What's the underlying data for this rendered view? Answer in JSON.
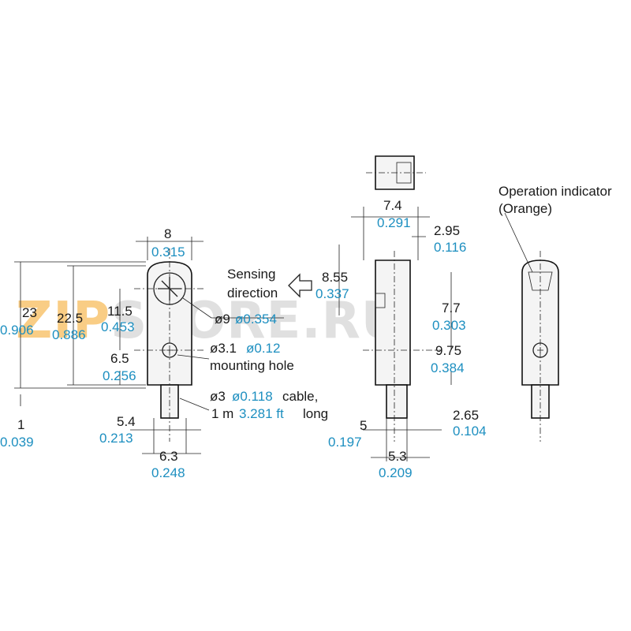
{
  "watermark": {
    "text": "ZIPSTORE.RU",
    "colors": {
      "zip": "#f5a623",
      "store": "#c8c8c8"
    }
  },
  "dimensions": {
    "width": {
      "mm": "8",
      "in": "0.315"
    },
    "height_total": {
      "mm": "23",
      "in": "0.906"
    },
    "height_body": {
      "mm": "22.5",
      "in": "0.886"
    },
    "sensing_center": {
      "mm": "11.5",
      "in": "0.453"
    },
    "hole_pos": {
      "mm": "6.5",
      "in": "0.256"
    },
    "bottom_offset": {
      "mm": "1",
      "in": "0.039"
    },
    "cable_width": {
      "mm": "5.4",
      "in": "0.213"
    },
    "hole_spacing": {
      "mm": "6.3",
      "in": "0.248"
    },
    "side_top": {
      "mm": "7.4",
      "in": "0.291"
    },
    "side_step": {
      "mm": "2.95",
      "in": "0.116"
    },
    "sensing_depth": {
      "mm": "8.55",
      "in": "0.337"
    },
    "indicator_pos": {
      "mm": "7.7",
      "in": "0.303"
    },
    "side_hole": {
      "mm": "9.75",
      "in": "0.384"
    },
    "side_cable": {
      "mm": "5",
      "in": "0.197"
    },
    "side_cable_off": {
      "mm": "2.65",
      "in": "0.104"
    },
    "side_bottom": {
      "mm": "5.3",
      "in": "0.209"
    }
  },
  "labels": {
    "sensing_1": "Sensing",
    "sensing_2": "direction",
    "sensing_dia_mm": "ø9",
    "sensing_dia_in": "ø0.354",
    "hole_dia_mm": "ø3.1",
    "hole_dia_in": "ø0.12",
    "hole_text": "mounting hole",
    "cable_mm": "ø3",
    "cable_in": "ø0.118",
    "cable_suffix": "cable,",
    "length_prefix": "1 m",
    "length_in": "3.281 ft",
    "length_suffix": "long",
    "indicator_1": "Operation indicator",
    "indicator_2": "(Orange)"
  }
}
